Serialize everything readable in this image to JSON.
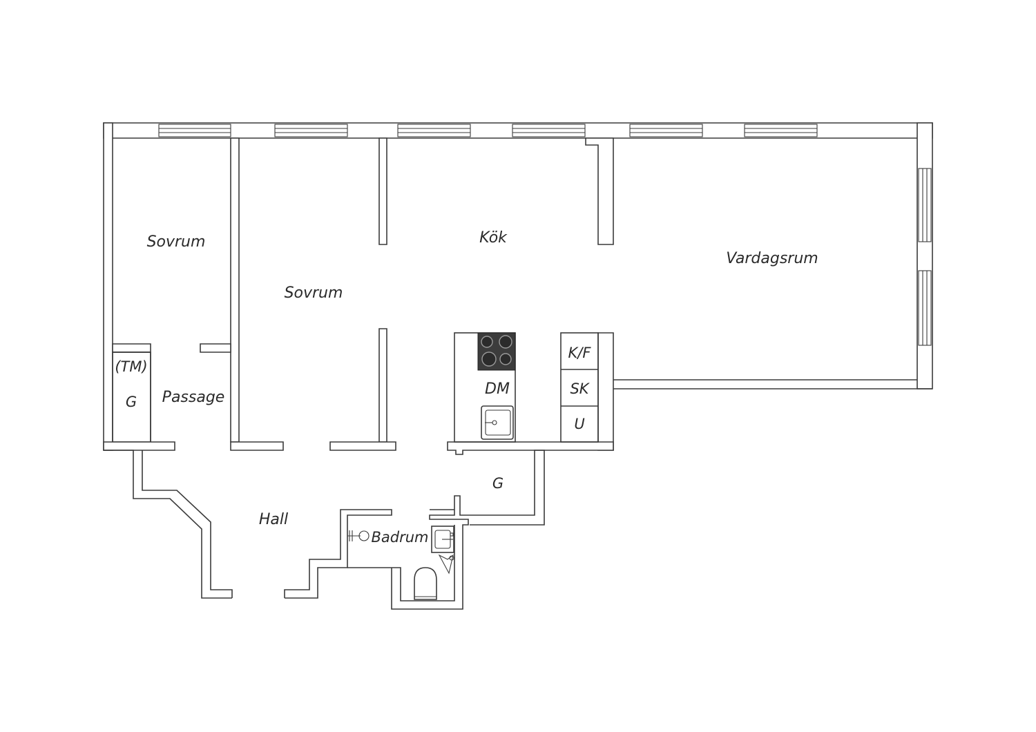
{
  "plan": {
    "rooms": {
      "sovrum_1": "Sovrum",
      "sovrum_2": "Sovrum",
      "kok": "Kök",
      "vardagsrum": "Vardagsrum",
      "passage": "Passage",
      "tm": "(TM)",
      "garderob_1": "G",
      "garderob_2": "G",
      "hall": "Hall",
      "badrum": "Badrum",
      "dm": "DM",
      "kf": "K/F",
      "sk": "SK",
      "u": "U"
    },
    "colors": {
      "wall": "#3a3a3a",
      "background": "#ffffff",
      "hob": "#3c3c3c"
    },
    "icons": [
      "window-icon",
      "stove-icon",
      "sink-icon",
      "toilet-icon",
      "shower-icon"
    ]
  }
}
